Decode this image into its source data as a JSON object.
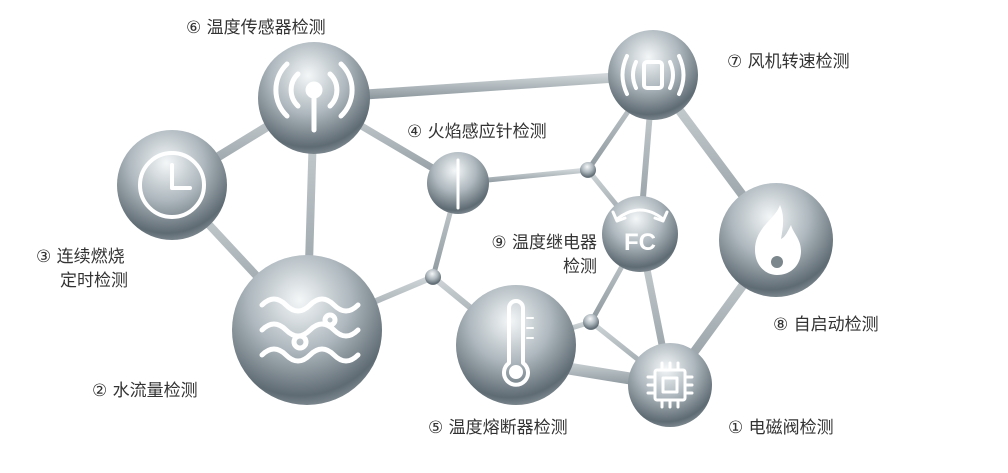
{
  "nodes": {
    "n1": {
      "label": "① 电磁阀检测",
      "icon": "chip-icon"
    },
    "n2": {
      "label": "② 水流量检测",
      "icon": "water-waves-icon"
    },
    "n3": {
      "label_line1": "③ 连续燃烧",
      "label_line2": "定时检测",
      "icon": "clock-icon"
    },
    "n4": {
      "label": "④ 火焰感应针检测",
      "icon": "needle-icon"
    },
    "n5": {
      "label": "⑤ 温度熔断器检测",
      "icon": "thermometer-icon"
    },
    "n6": {
      "label": "⑥ 温度传感器检测",
      "icon": "signal-antenna-icon"
    },
    "n7": {
      "label": "⑦ 风机转速检测",
      "icon": "vibration-icon"
    },
    "n8": {
      "label": "⑧ 自启动检测",
      "icon": "flame-icon"
    },
    "n9": {
      "label_line1": "⑨ 温度继电器",
      "label_line2": "检测",
      "icon_text": "FC",
      "icon": "rotate-arrows-icon"
    }
  },
  "colors": {
    "sphere_light": "#e9eef0",
    "sphere_dark": "#5d6a72",
    "label": "#333333"
  }
}
